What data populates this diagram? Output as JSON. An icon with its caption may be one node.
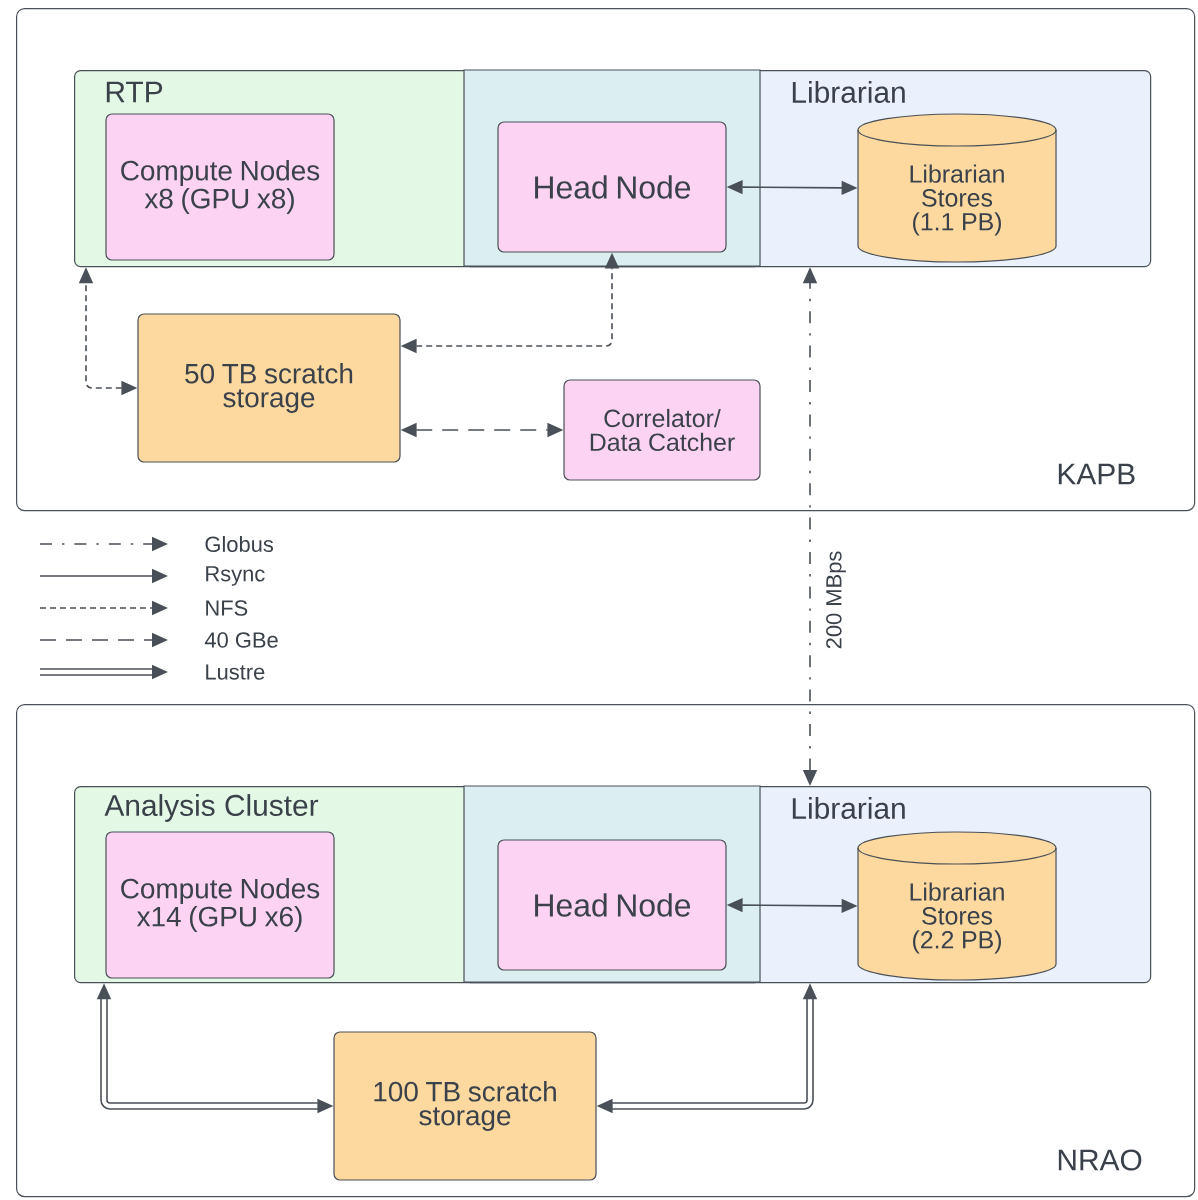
{
  "diagram": {
    "nodes": [
      {
        "text": [
          "KAPB"
        ]
      },
      {
        "text": [
          "RTP"
        ],
        "in": 0
      },
      {
        "text": [
          "Librarian"
        ],
        "in": 0
      },
      {
        "text": [
          "Compute Nodes x8 (GPU x8)"
        ],
        "in": 1
      },
      {
        "text": [
          "Head Node"
        ]
      },
      {
        "text": [
          "Librarian Stores (1.1 PB)"
        ],
        "in": 2
      },
      {
        "text": [
          "50 TB scratch storage"
        ],
        "in": 0
      },
      {
        "text": [
          "Correlator/ Data Catcher"
        ],
        "in": 0
      },
      {
        "text": [
          "NRAO"
        ]
      },
      {
        "text": [
          "Analysis Cluster"
        ],
        "in": 8
      },
      {
        "text": [
          "Librarian"
        ],
        "in": 8
      },
      {
        "text": [
          "Compute Nodes x14 (GPU x6)"
        ],
        "in": 9
      },
      {
        "text": [
          "Head Node"
        ]
      },
      {
        "text": [
          "Librarian Stores (2.2 PB)"
        ],
        "in": 10
      },
      {
        "text": [
          "100 TB scratch storage"
        ],
        "in": 8
      }
    ],
    "edges": [
      {
        "from": 4,
        "to": 5,
        "arrow": "both"
      },
      {
        "from": 6,
        "to": 1,
        "arrow": "both",
        "style": "dashed"
      },
      {
        "from": 6,
        "to": 4,
        "arrow": "both",
        "style": "dashed"
      },
      {
        "from": 6,
        "to": 7,
        "arrow": "both",
        "style": "dashed"
      },
      {
        "from": 10,
        "to": 2,
        "arrow": "both",
        "style": "dashed",
        "label": "200 MBps"
      },
      {
        "from": 14,
        "to": 9,
        "arrow": "both",
        "style": "thick"
      },
      {
        "from": 14,
        "to": 10,
        "arrow": "both",
        "style": "thick"
      },
      {
        "from": 12,
        "to": 13,
        "arrow": "both"
      }
    ],
    "legend": [
      {
        "text": "Globus"
      },
      {
        "text": "Rsync"
      },
      {
        "text": "NFS"
      },
      {
        "text": "40 GBe"
      },
      {
        "text": "Lustre"
      }
    ]
  }
}
